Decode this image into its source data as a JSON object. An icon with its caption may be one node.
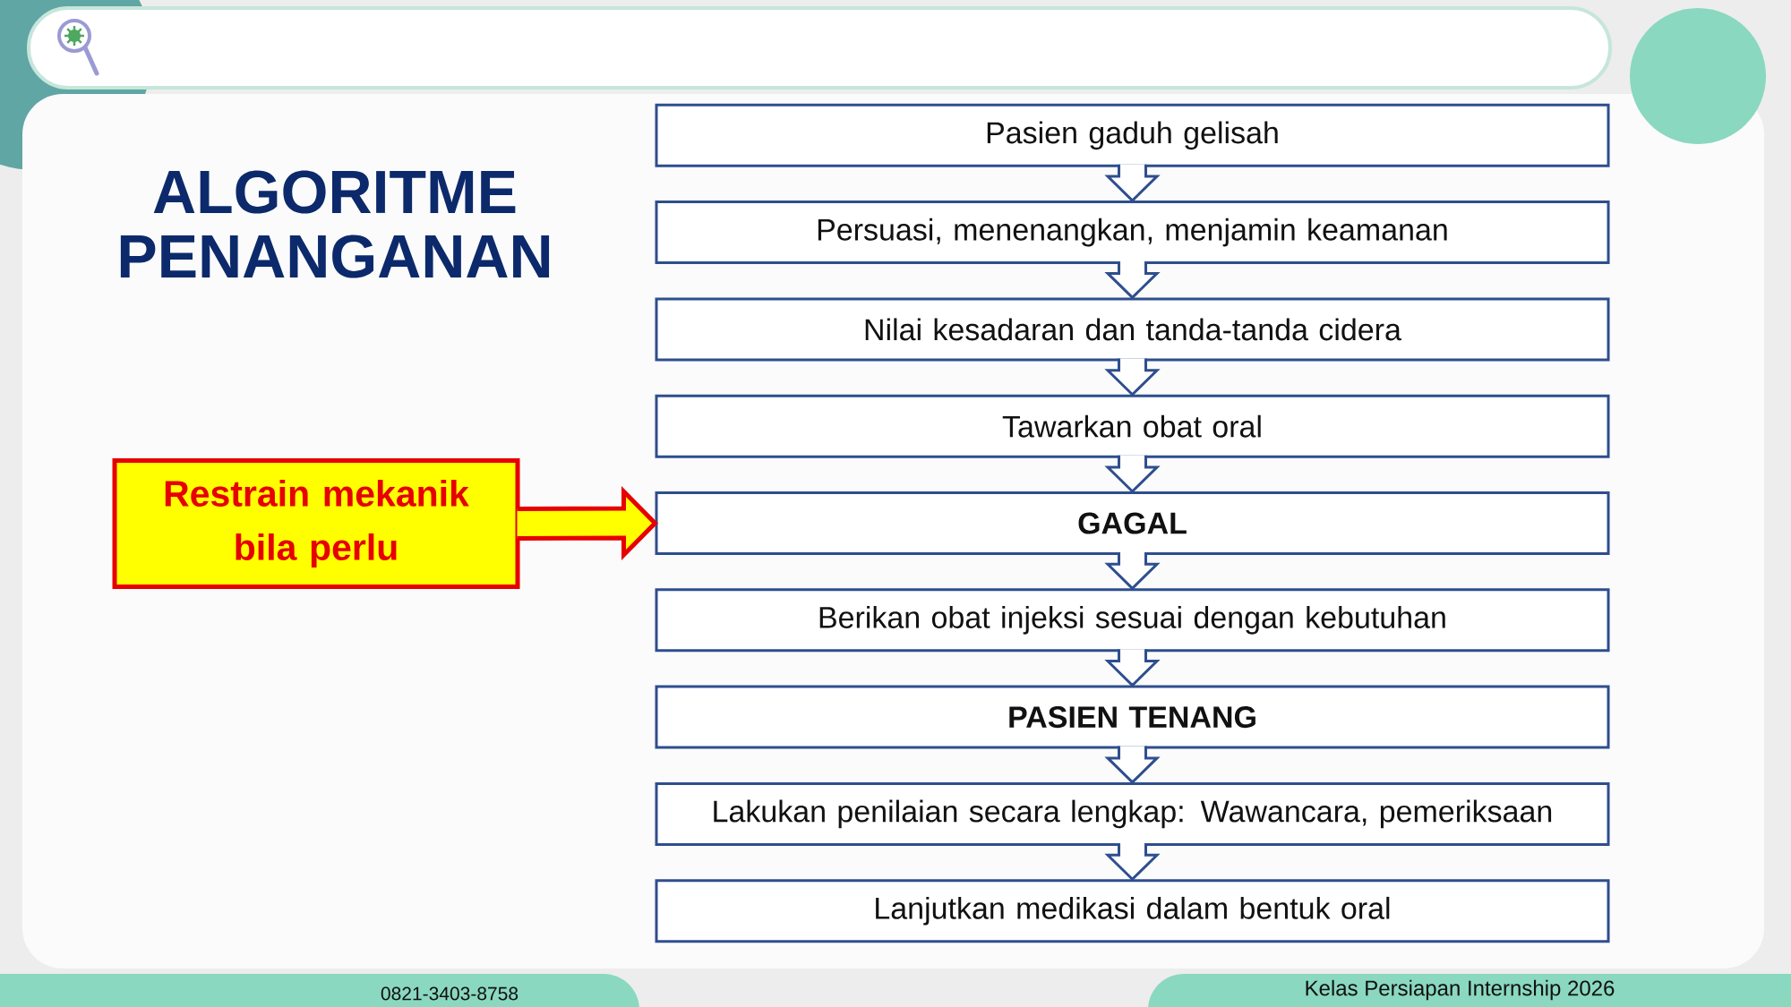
{
  "diagram": {
    "title": "ALGORITME PENANGANAN",
    "nodes": [
      {
        "text": [
          "Pasien gaduh gelisah"
        ]
      },
      {
        "text": [
          "Persuasi, menenangkan, menjamin keamanan"
        ]
      },
      {
        "text": [
          "Nilai kesadaran dan tanda-tanda cidera"
        ]
      },
      {
        "text": [
          "Tawarkan obat oral"
        ]
      },
      {
        "text": [
          "GAGAL"
        ]
      },
      {
        "text": [
          "Berikan obat injeksi sesuai dengan kebutuhan"
        ]
      },
      {
        "text": [
          "PASIEN TENANG"
        ]
      },
      {
        "text": [
          "Lakukan penilaian secara lengkap: Wawancara, pemeriksaan"
        ]
      },
      {
        "text": [
          "Lanjutkan medikasi dalam bentuk oral"
        ]
      },
      {
        "text": [
          "Restrain mekanik bila perlu"
        ]
      }
    ],
    "edges": [
      {
        "from": 0,
        "to": 1,
        "arrow": "to"
      },
      {
        "from": 1,
        "to": 2,
        "arrow": "to"
      },
      {
        "from": 2,
        "to": 3,
        "arrow": "to"
      },
      {
        "from": 3,
        "to": 4,
        "arrow": "to"
      },
      {
        "from": 4,
        "to": 5,
        "arrow": "to"
      },
      {
        "from": 5,
        "to": 6,
        "arrow": "to"
      },
      {
        "from": 6,
        "to": 7,
        "arrow": "to"
      },
      {
        "from": 7,
        "to": 8,
        "arrow": "to"
      },
      {
        "from": 9,
        "to": 4,
        "arrow": "to",
        "color": "#e60000"
      }
    ],
    "labels": [
      "0821-3403-8758",
      "Kelas Persiapan Internship 2026"
    ]
  }
}
